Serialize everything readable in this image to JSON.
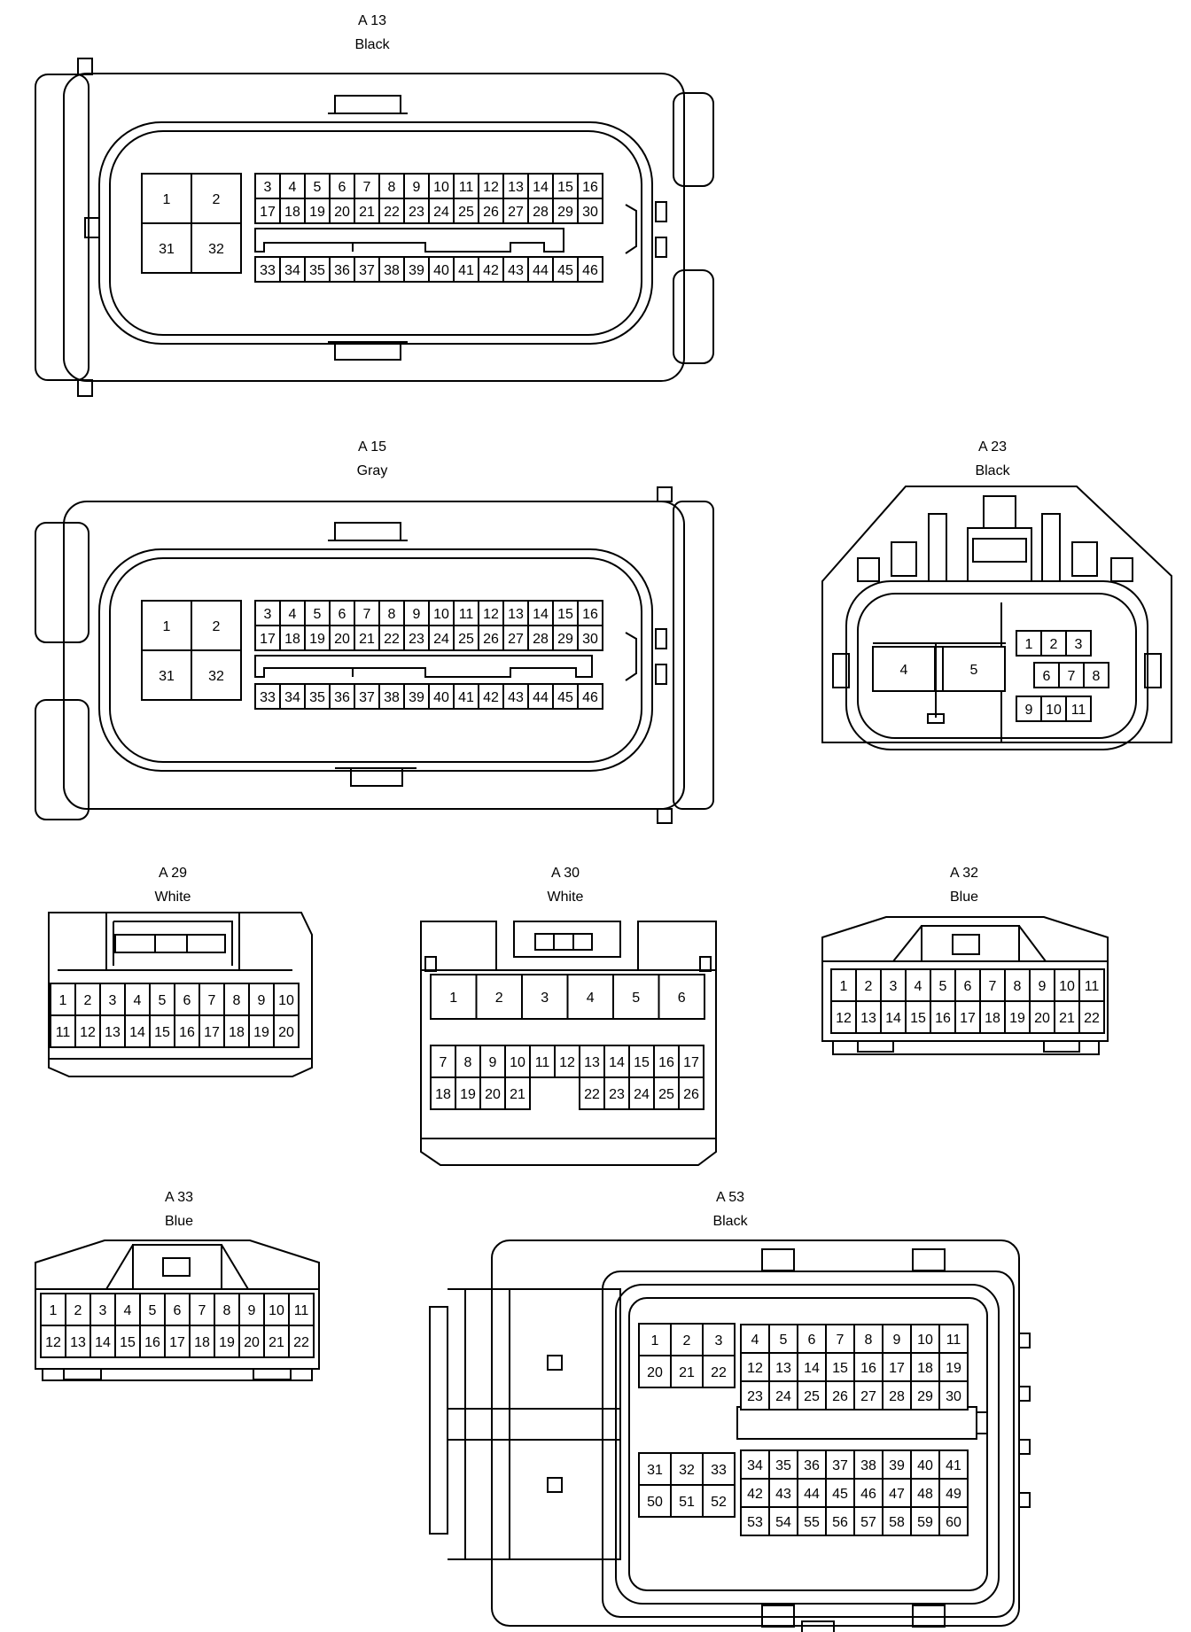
{
  "connectors": {
    "a13": {
      "id": "A 13",
      "color": "Black"
    },
    "a15": {
      "id": "A 15",
      "color": "Gray"
    },
    "a23": {
      "id": "A 23",
      "color": "Black"
    },
    "a29": {
      "id": "A 29",
      "color": "White"
    },
    "a30": {
      "id": "A 30",
      "color": "White"
    },
    "a32": {
      "id": "A 32",
      "color": "Blue"
    },
    "a33": {
      "id": "A 33",
      "color": "Blue"
    },
    "a53": {
      "id": "A 53",
      "color": "Black"
    }
  },
  "pins": {
    "ecu_big": {
      "top_left": [
        [
          "1",
          "2"
        ],
        [
          "31",
          "32"
        ]
      ],
      "row1": [
        "3",
        "4",
        "5",
        "6",
        "7",
        "8",
        "9",
        "10",
        "11",
        "12",
        "13",
        "14",
        "15",
        "16"
      ],
      "row2": [
        "17",
        "18",
        "19",
        "20",
        "21",
        "22",
        "23",
        "24",
        "25",
        "26",
        "27",
        "28",
        "29",
        "30"
      ],
      "row3": [
        "33",
        "34",
        "35",
        "36",
        "37",
        "38",
        "39",
        "40",
        "41",
        "42",
        "43",
        "44",
        "45",
        "46"
      ]
    },
    "a23": {
      "large": [
        "4",
        "5"
      ],
      "r1": [
        "1",
        "2",
        "3"
      ],
      "r2": [
        "6",
        "7",
        "8"
      ],
      "r3": [
        "9",
        "10",
        "11"
      ]
    },
    "a29": {
      "r1": [
        "1",
        "2",
        "3",
        "4",
        "5",
        "6",
        "7",
        "8",
        "9",
        "10"
      ],
      "r2": [
        "11",
        "12",
        "13",
        "14",
        "15",
        "16",
        "17",
        "18",
        "19",
        "20"
      ]
    },
    "a30": {
      "big": [
        "1",
        "2",
        "3",
        "4",
        "5",
        "6"
      ],
      "r1": [
        "7",
        "8",
        "9",
        "10",
        "11",
        "12",
        "13",
        "14",
        "15",
        "16",
        "17"
      ],
      "r2a": [
        "18",
        "19",
        "20",
        "21"
      ],
      "r2b": [
        "22",
        "23",
        "24",
        "25",
        "26"
      ]
    },
    "a32": {
      "r1": [
        "1",
        "2",
        "3",
        "4",
        "5",
        "6",
        "7",
        "8",
        "9",
        "10",
        "11"
      ],
      "r2": [
        "12",
        "13",
        "14",
        "15",
        "16",
        "17",
        "18",
        "19",
        "20",
        "21",
        "22"
      ]
    },
    "a53": {
      "lt": [
        [
          "1",
          "2",
          "3"
        ],
        [
          "20",
          "21",
          "22"
        ]
      ],
      "lb": [
        [
          "31",
          "32",
          "33"
        ],
        [
          "50",
          "51",
          "52"
        ]
      ],
      "rt": [
        [
          "4",
          "5",
          "6",
          "7",
          "8",
          "9",
          "10",
          "11"
        ],
        [
          "12",
          "13",
          "14",
          "15",
          "16",
          "17",
          "18",
          "19"
        ],
        [
          "23",
          "24",
          "25",
          "26",
          "27",
          "28",
          "29",
          "30"
        ]
      ],
      "rb": [
        [
          "34",
          "35",
          "36",
          "37",
          "38",
          "39",
          "40",
          "41"
        ],
        [
          "42",
          "43",
          "44",
          "45",
          "46",
          "47",
          "48",
          "49"
        ],
        [
          "53",
          "54",
          "55",
          "56",
          "57",
          "58",
          "59",
          "60"
        ]
      ]
    }
  }
}
